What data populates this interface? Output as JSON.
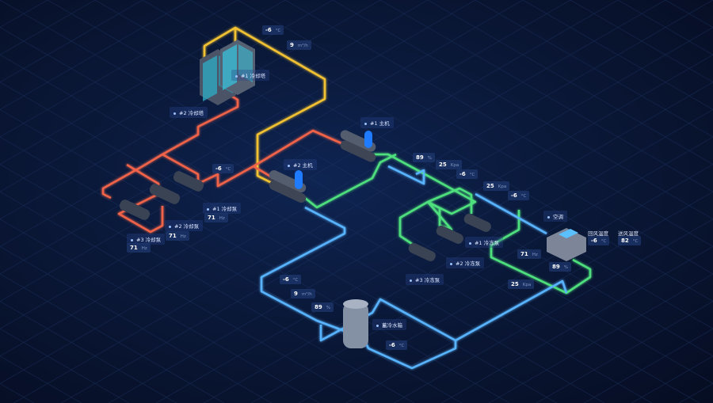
{
  "colors": {
    "cooling_water": "#f0644a",
    "tower_water": "#f2c230",
    "chilled_supply": "#4fe07e",
    "chilled_return": "#58b4ff"
  },
  "labels": {
    "tower1": "#1 冷却塔",
    "tower2": "#2 冷却塔",
    "chiller1": "#1 主机",
    "chiller2": "#2 主机",
    "cpump1": "#1 冷却泵",
    "cpump2": "#2 冷却泵",
    "cpump3": "#3 冷却泵",
    "fpump1": "#1 冷冻泵",
    "fpump2": "#2 冷冻泵",
    "fpump3": "#3 冷冻泵",
    "ahu": "空调",
    "tank": "蓄冷水箱",
    "return_air": "回风温度",
    "supply_air": "送风温度"
  },
  "readings": [
    {
      "value": "-6",
      "unit": "°C"
    },
    {
      "value": "9",
      "unit": "m³/h"
    },
    {
      "value": "-6",
      "unit": "°C"
    },
    {
      "value": "71",
      "unit": "Hz"
    },
    {
      "value": "71",
      "unit": "Hz"
    },
    {
      "value": "71",
      "unit": "Hz"
    },
    {
      "value": "89",
      "unit": "%"
    },
    {
      "value": "25",
      "unit": "Kpa"
    },
    {
      "value": "-6",
      "unit": "°C"
    },
    {
      "value": "25",
      "unit": "Kpa"
    },
    {
      "value": "-6",
      "unit": "°C"
    },
    {
      "value": "-6",
      "unit": "°C"
    },
    {
      "value": "82",
      "unit": "°C"
    },
    {
      "value": "71",
      "unit": "Hz"
    },
    {
      "value": "89",
      "unit": "%"
    },
    {
      "value": "25",
      "unit": "Kpa"
    },
    {
      "value": "-6",
      "unit": "°C"
    },
    {
      "value": "9",
      "unit": "m³/h"
    },
    {
      "value": "89",
      "unit": "%"
    },
    {
      "value": "-6",
      "unit": "°C"
    }
  ]
}
